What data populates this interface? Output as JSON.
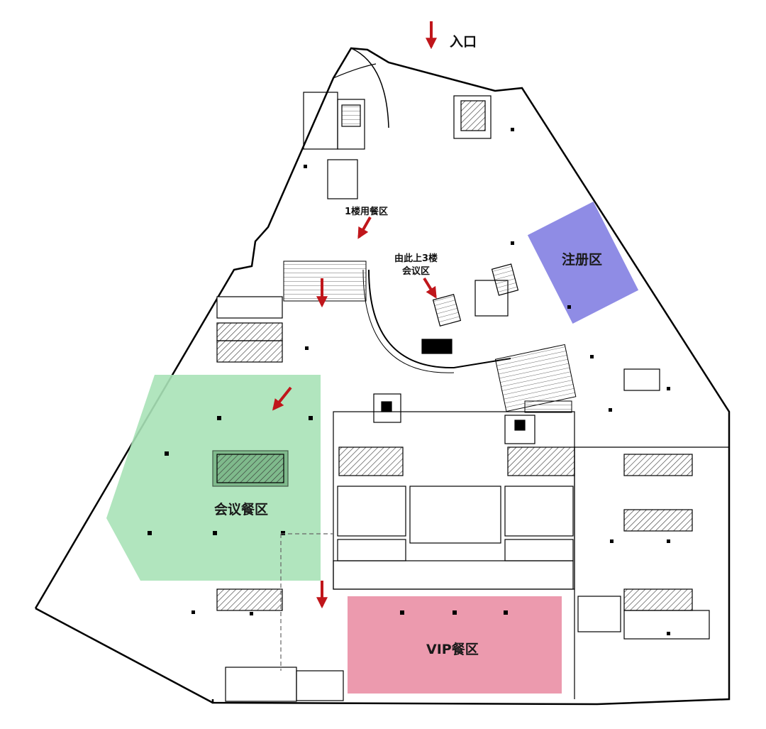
{
  "labels": {
    "entrance": "入口",
    "first_floor_dining": "1楼用餐区",
    "to_third_floor_line1": "由此上3楼",
    "to_third_floor_line2": "会议区"
  },
  "zones": {
    "registration": {
      "label": "注册区",
      "color": "#7b78e0"
    },
    "meeting_dining": {
      "label": "会议餐区",
      "color": "#a8e2b7"
    },
    "vip_dining": {
      "label": "VIP餐区",
      "color": "#ec9aae"
    }
  },
  "colors": {
    "arrow": "#c0161b",
    "wall": "#000000"
  }
}
